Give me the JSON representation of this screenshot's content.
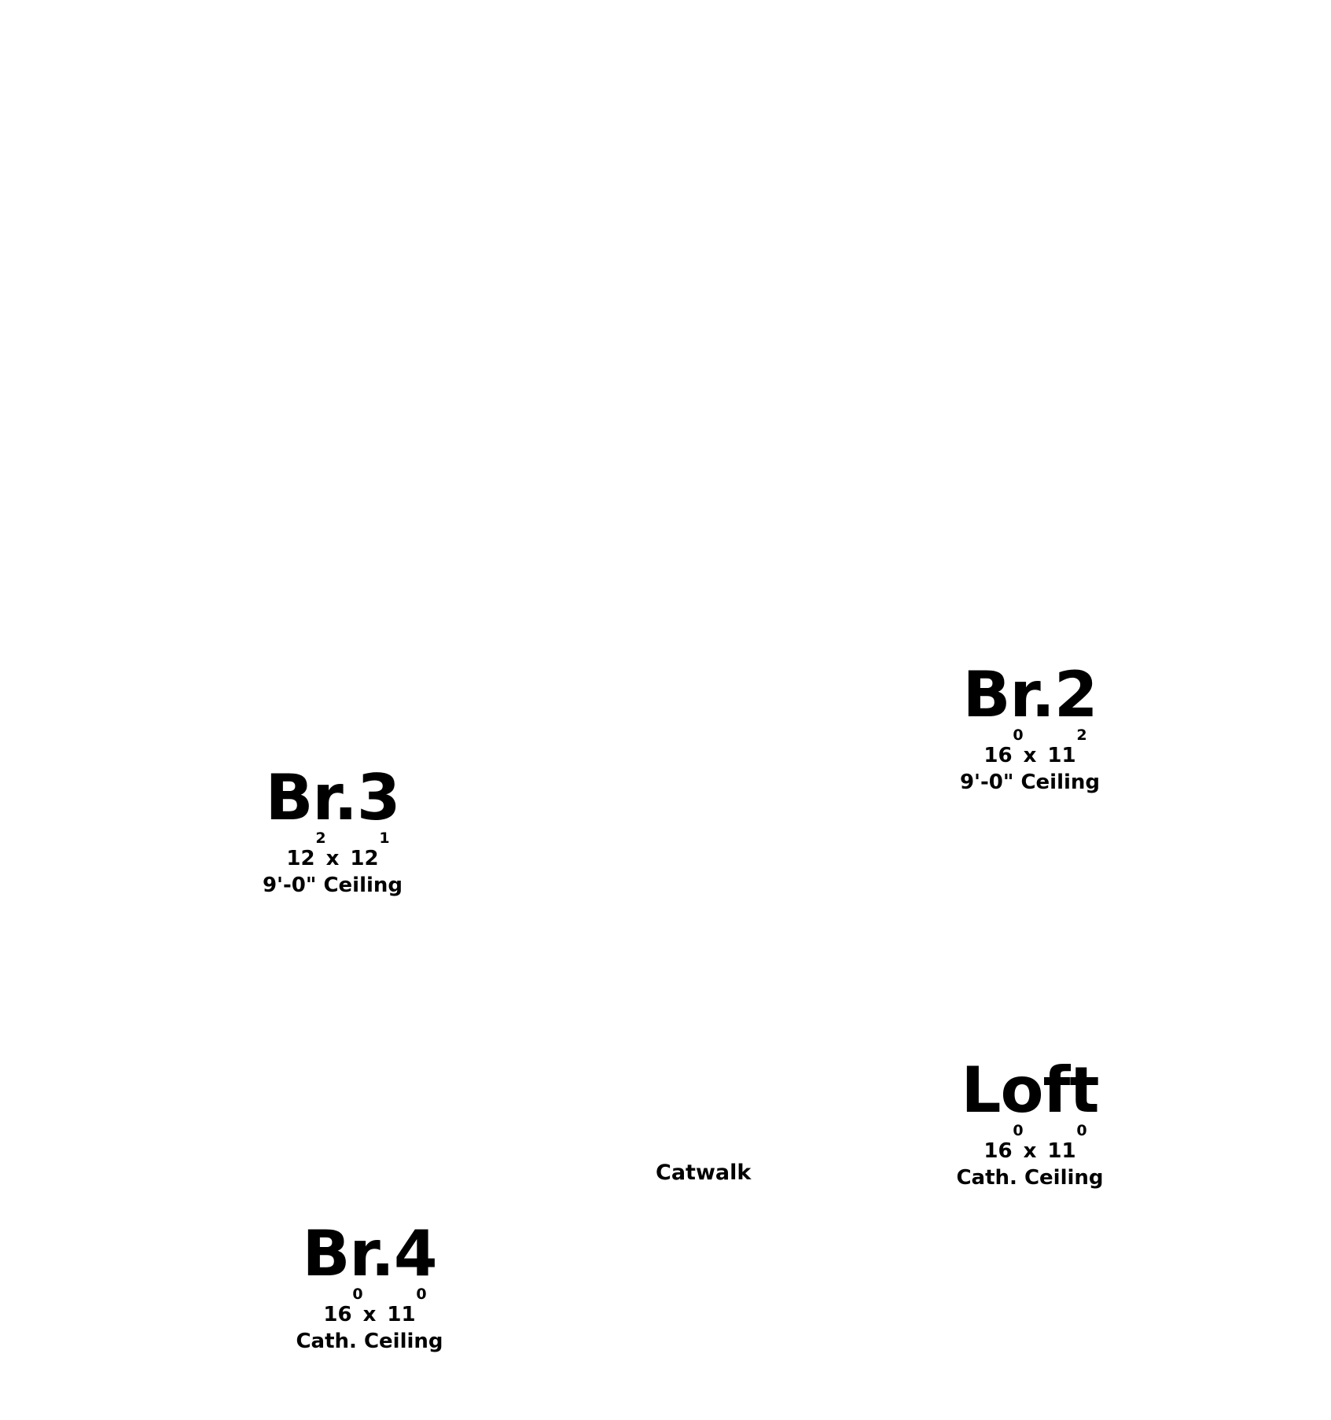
{
  "rooms": {
    "br2": {
      "name": "Br.2",
      "dim_w": "16",
      "dim_w_sup": "0",
      "dim_x": "x",
      "dim_h": "11",
      "dim_h_sup": "2",
      "ceiling": "9'-0\" Ceiling"
    },
    "br3": {
      "name": "Br.3",
      "dim_w": "12",
      "dim_w_sup": "2",
      "dim_x": "x",
      "dim_h": "12",
      "dim_h_sup": "1",
      "ceiling": "9'-0\" Ceiling"
    },
    "loft": {
      "name": "Loft",
      "dim_w": "16",
      "dim_w_sup": "0",
      "dim_x": "x",
      "dim_h": "11",
      "dim_h_sup": "0",
      "ceiling": "Cath. Ceiling"
    },
    "br4": {
      "name": "Br.4",
      "dim_w": "16",
      "dim_w_sup": "0",
      "dim_x": "x",
      "dim_h": "11",
      "dim_h_sup": "0",
      "ceiling": "Cath. Ceiling"
    }
  },
  "labels": {
    "catwalk": "Catwalk"
  }
}
